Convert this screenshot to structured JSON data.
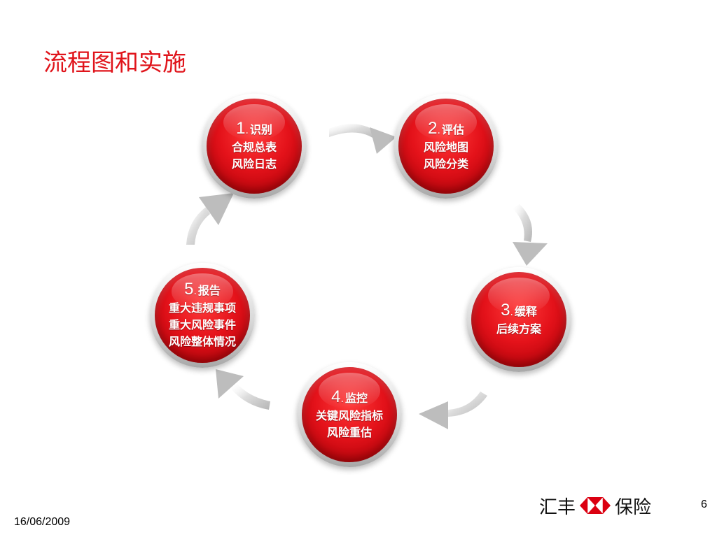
{
  "title": "流程图和实施",
  "steps": [
    {
      "num": "1",
      "head": "识别",
      "lines": [
        "合规总表",
        "风险日志"
      ]
    },
    {
      "num": "2",
      "head": "评估",
      "lines": [
        "风险地图",
        "风险分类"
      ]
    },
    {
      "num": "3",
      "head": "缓释",
      "lines": [
        "后续方案"
      ]
    },
    {
      "num": "4",
      "head": "监控",
      "lines": [
        "关键风险指标",
        "风险重估"
      ]
    },
    {
      "num": "5",
      "head": "报告",
      "lines": [
        "重大违规事项",
        "重大风险事件",
        "风险整体情况"
      ]
    }
  ],
  "footer": {
    "date": "16/06/2009",
    "page": "6",
    "logo_left": "汇丰",
    "logo_right": "保险"
  },
  "colors": {
    "title": "#e0141b",
    "node": "#e4121a",
    "arrow": "#c8c8c8",
    "logo_red": "#db0011"
  },
  "icons": [
    "circular-arrow-icon",
    "hsbc-hexagon-logo-icon"
  ]
}
